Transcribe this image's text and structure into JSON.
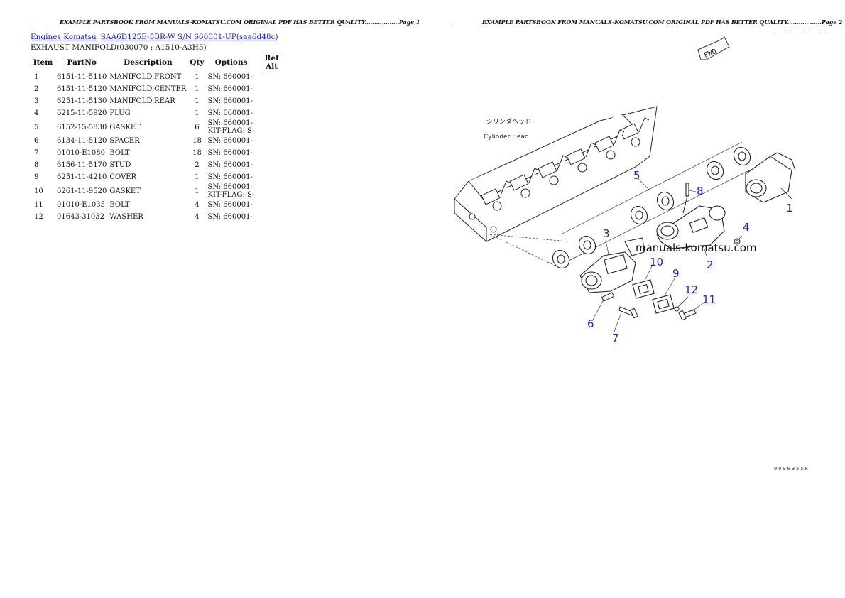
{
  "header_text": "EXAMPLE PARTSBOOK FROM MANUALS-KOMATSU.COM ORIGINAL PDF HAS BETTER QUALITY..................",
  "page1_label": "Page 1",
  "page2_label": "Page 2",
  "breadcrumb": {
    "link1": "Engines Komatsu",
    "link2": "SAA6D125E-5BR-W S/N 660001-UP(saa6d48c)"
  },
  "section_title": "EXHAUST MANIFOLD(030070 : A1510-A3H5)",
  "table": {
    "headers": [
      "Item",
      "PartNo",
      "Description",
      "Qty",
      "Options",
      "Ref Alt"
    ],
    "rows": [
      {
        "item": "1",
        "part": "6151-11-5110",
        "desc": "MANIFOLD,FRONT",
        "qty": "1",
        "opt": "SN: 660001-",
        "opt2": ""
      },
      {
        "item": "2",
        "part": "6151-11-5120",
        "desc": "MANIFOLD,CENTER",
        "qty": "1",
        "opt": "SN: 660001-",
        "opt2": ""
      },
      {
        "item": "3",
        "part": "6251-11-5130",
        "desc": "MANIFOLD,REAR",
        "qty": "1",
        "opt": "SN: 660001-",
        "opt2": ""
      },
      {
        "item": "4",
        "part": "6215-11-5920",
        "desc": "PLUG",
        "qty": "1",
        "opt": "SN: 660001-",
        "opt2": ""
      },
      {
        "item": "5",
        "part": "6152-15-5830",
        "desc": "GASKET",
        "qty": "6",
        "opt": "SN: 660001-",
        "opt2": "KIT-FLAG: S-"
      },
      {
        "item": "6",
        "part": "6134-11-5120",
        "desc": "SPACER",
        "qty": "18",
        "opt": "SN: 660001-",
        "opt2": ""
      },
      {
        "item": "7",
        "part": "01010-E1080",
        "desc": "BOLT",
        "qty": "18",
        "opt": "SN: 660001-",
        "opt2": ""
      },
      {
        "item": "8",
        "part": "6156-11-5170",
        "desc": "STUD",
        "qty": "2",
        "opt": "SN: 660001-",
        "opt2": ""
      },
      {
        "item": "9",
        "part": "6251-11-4210",
        "desc": "COVER",
        "qty": "1",
        "opt": "SN: 660001-",
        "opt2": ""
      },
      {
        "item": "10",
        "part": "6261-11-9520",
        "desc": "GASKET",
        "qty": "1",
        "opt": "SN: 660001-",
        "opt2": "KIT-FLAG: S-"
      },
      {
        "item": "11",
        "part": "01010-E1035",
        "desc": "BOLT",
        "qty": "4",
        "opt": "SN: 660001-",
        "opt2": ""
      },
      {
        "item": "12",
        "part": "01643-31032",
        "desc": "WASHER",
        "qty": "4",
        "opt": "SN: 660001-",
        "opt2": ""
      }
    ]
  },
  "diagram": {
    "fwd_label": "FWD",
    "cyl_head_jp": "シリンダヘッド",
    "cyl_head_en": "Cylinder Head",
    "watermark": "manuals-komatsu.com",
    "drawing_no": "00069550",
    "callouts": [
      "1",
      "2",
      "3",
      "4",
      "5",
      "6",
      "7",
      "8",
      "9",
      "10",
      "11",
      "12"
    ],
    "callout_color": "#1a22c8"
  }
}
